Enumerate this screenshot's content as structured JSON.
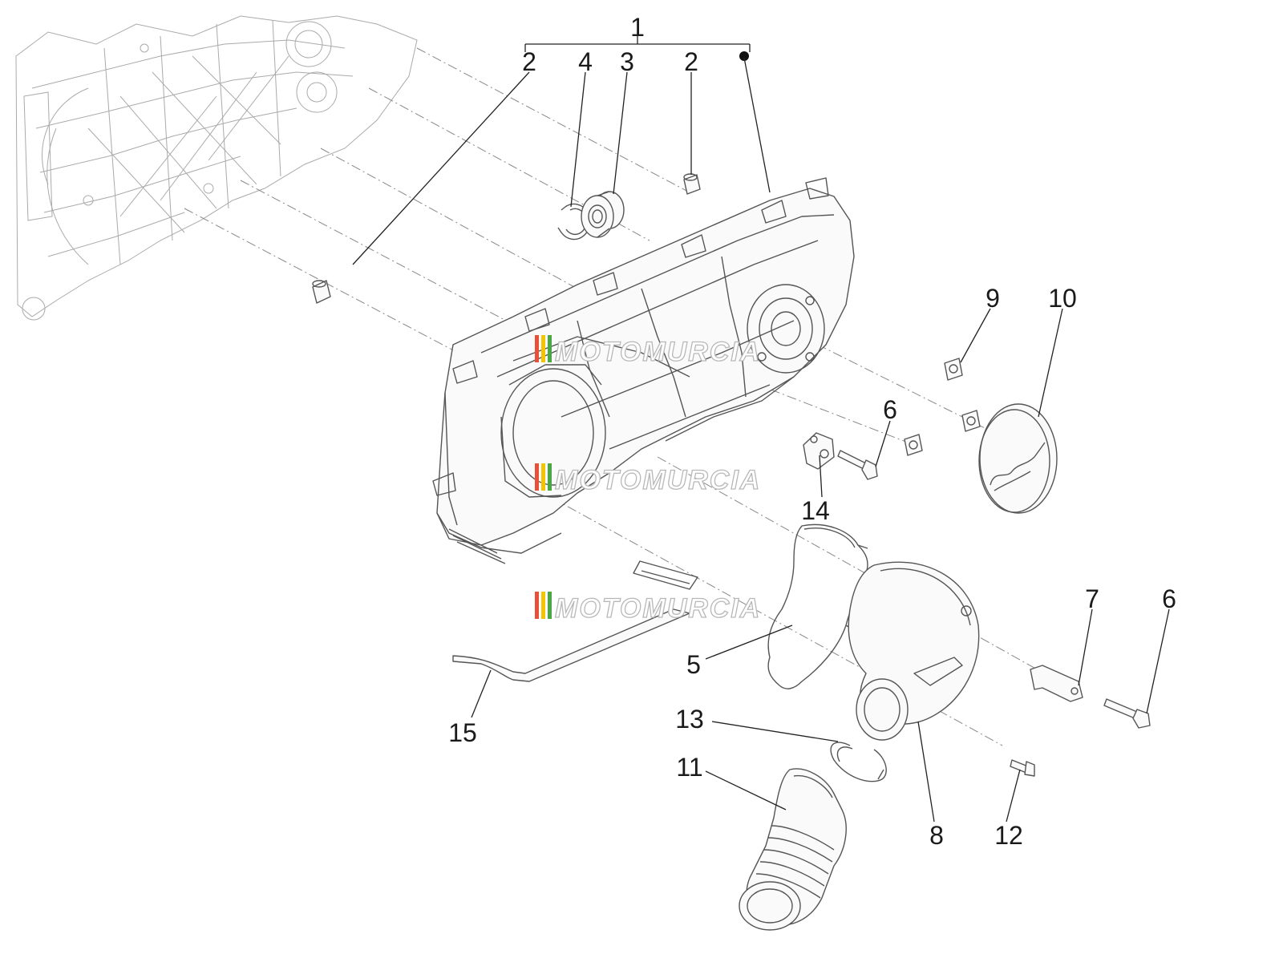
{
  "diagram": {
    "watermark": "MOTOMURCIA",
    "watermark_colors": [
      "#e8503a",
      "#f5c400",
      "#49a843"
    ],
    "callouts": [
      {
        "id": "1",
        "text": "1"
      },
      {
        "id": "2a",
        "text": "2"
      },
      {
        "id": "4",
        "text": "4"
      },
      {
        "id": "3",
        "text": "3"
      },
      {
        "id": "2b",
        "text": "2"
      },
      {
        "id": "9",
        "text": "9"
      },
      {
        "id": "10",
        "text": "10"
      },
      {
        "id": "6a",
        "text": "6"
      },
      {
        "id": "14",
        "text": "14"
      },
      {
        "id": "7",
        "text": "7"
      },
      {
        "id": "6b",
        "text": "6"
      },
      {
        "id": "5",
        "text": "5"
      },
      {
        "id": "15",
        "text": "15"
      },
      {
        "id": "13",
        "text": "13"
      },
      {
        "id": "11",
        "text": "11"
      },
      {
        "id": "8",
        "text": "8"
      },
      {
        "id": "12",
        "text": "12"
      }
    ]
  }
}
